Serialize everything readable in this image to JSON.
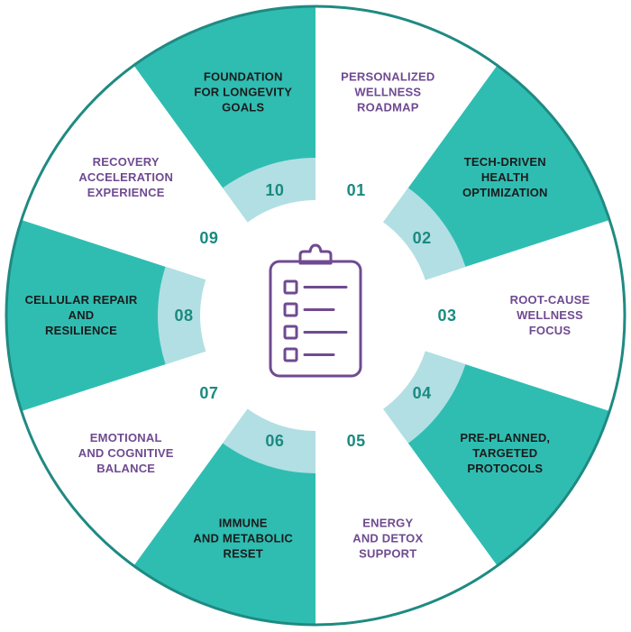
{
  "colors": {
    "teal": "#2fbdb2",
    "teal_dark": "#1f8a82",
    "light_band": "#b2dfe3",
    "purple": "#6f4a91",
    "dark_text": "#1b1b1b",
    "number_text": "#1a8a80",
    "white": "#ffffff"
  },
  "center_icon": "clipboard-checklist-icon",
  "segments": [
    {
      "number": "01",
      "lines": [
        "PERSONALIZED",
        "WELLNESS",
        "ROADMAP"
      ],
      "filled": false
    },
    {
      "number": "02",
      "lines": [
        "TECH-DRIVEN",
        "HEALTH",
        "OPTIMIZATION"
      ],
      "filled": true
    },
    {
      "number": "03",
      "lines": [
        "ROOT-CAUSE",
        "WELLNESS",
        "FOCUS"
      ],
      "filled": false
    },
    {
      "number": "04",
      "lines": [
        "PRE-PLANNED,",
        "TARGETED",
        "PROTOCOLS"
      ],
      "filled": true
    },
    {
      "number": "05",
      "lines": [
        "ENERGY",
        "AND DETOX",
        "SUPPORT"
      ],
      "filled": false
    },
    {
      "number": "06",
      "lines": [
        "IMMUNE",
        "AND METABOLIC",
        "RESET"
      ],
      "filled": true
    },
    {
      "number": "07",
      "lines": [
        "EMOTIONAL",
        "AND COGNITIVE",
        "BALANCE"
      ],
      "filled": false
    },
    {
      "number": "08",
      "lines": [
        "CELLULAR REPAIR",
        "AND",
        "RESILIENCE"
      ],
      "filled": true
    },
    {
      "number": "09",
      "lines": [
        "RECOVERY",
        "ACCELERATION",
        "EXPERIENCE"
      ],
      "filled": false
    },
    {
      "number": "10",
      "lines": [
        "FOUNDATION",
        "FOR LONGEVITY",
        "GOALS"
      ],
      "filled": true
    }
  ]
}
